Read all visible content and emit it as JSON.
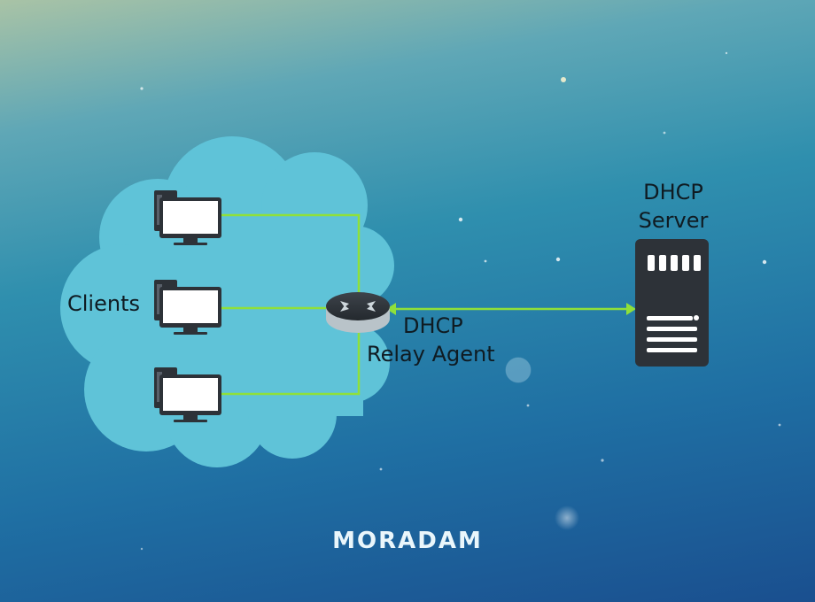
{
  "labels": {
    "clients": "Clients",
    "relay_line1": "DHCP",
    "relay_line2": "Relay Agent",
    "server_line1": "DHCP",
    "server_line2": "Server"
  },
  "brand": "MORADAM",
  "colors": {
    "cloud": "#5fc3d8",
    "link": "#8fe03a",
    "device": "#2d3238",
    "screen": "#ffffff"
  },
  "icons": {
    "client": "desktop-computer-icon",
    "relay": "router-icon",
    "server": "server-icon"
  }
}
